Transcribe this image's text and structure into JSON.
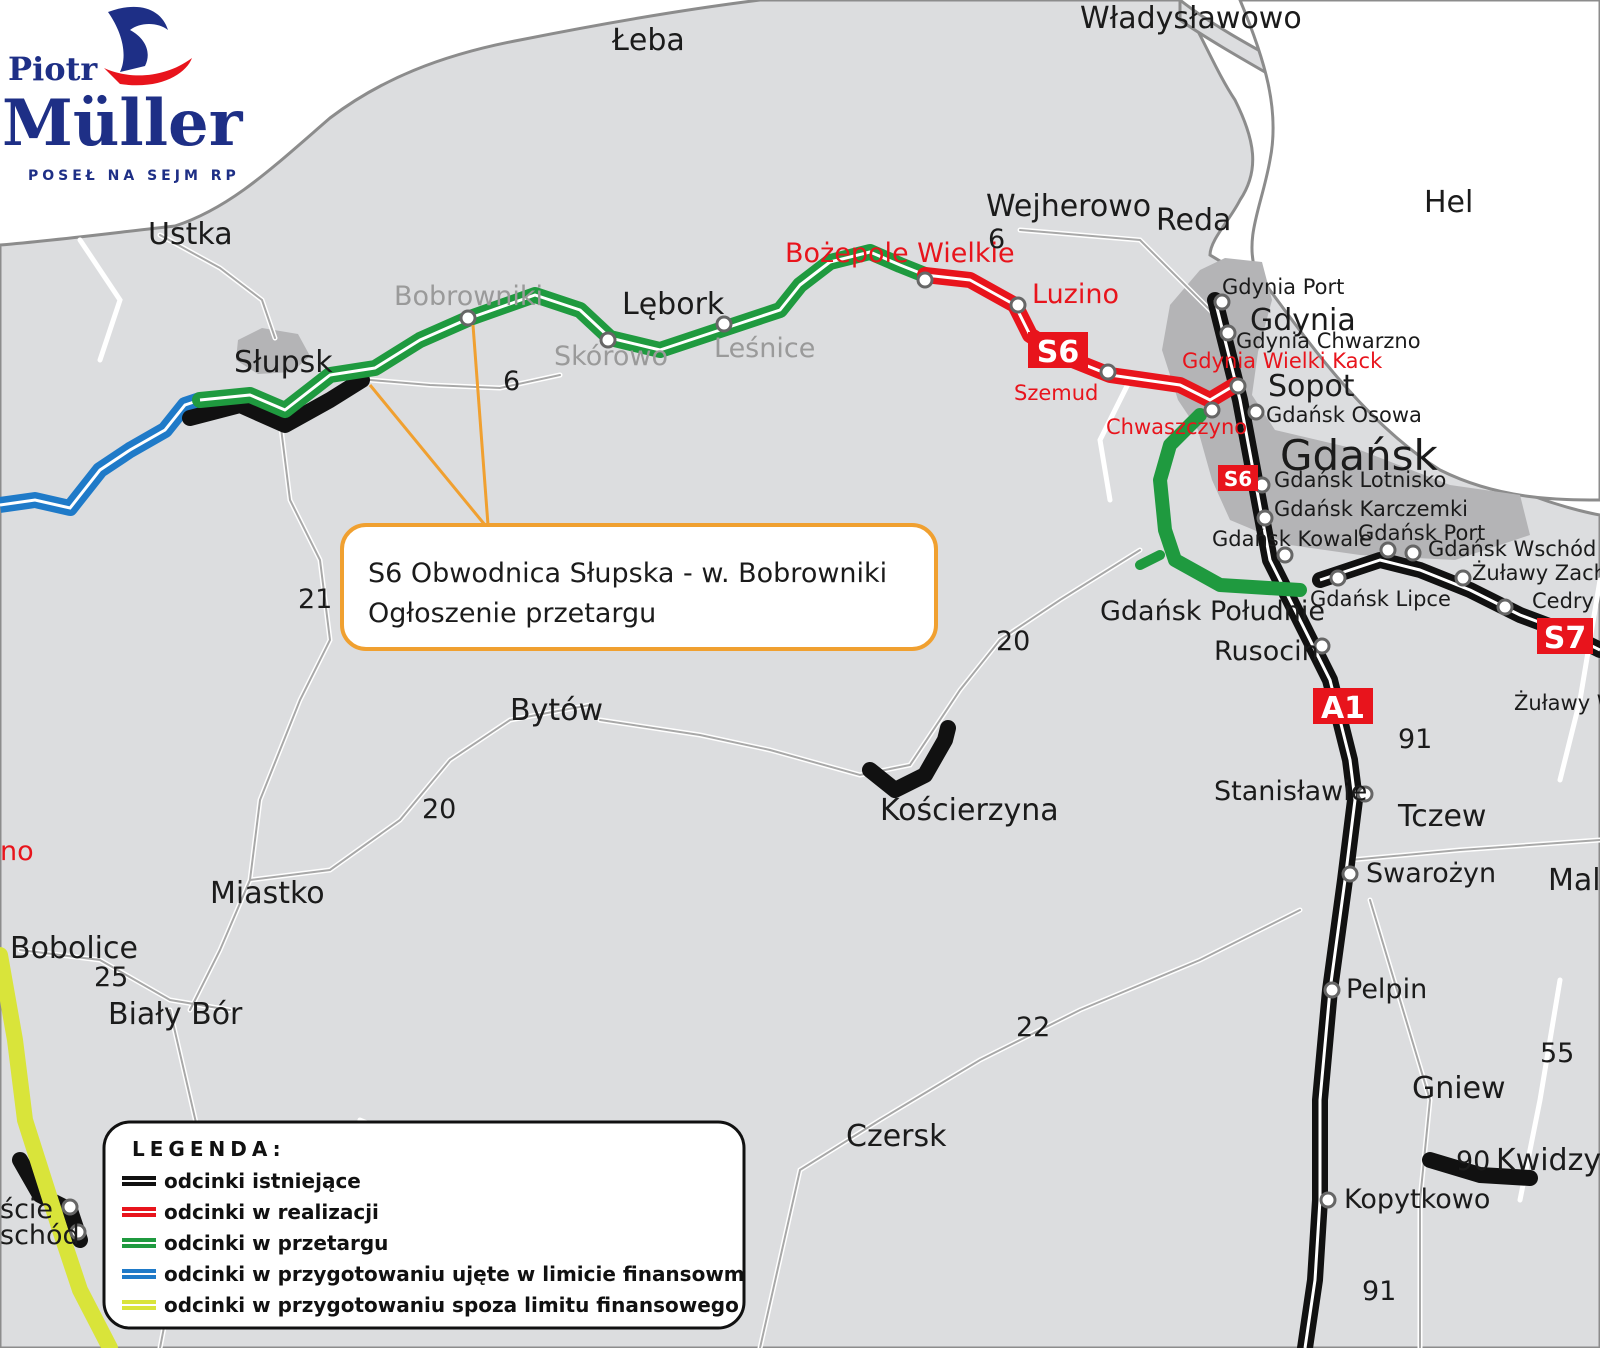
{
  "logo": {
    "first_name": "Piotr",
    "last_name": "Müller",
    "subtitle": "POSEŁ NA SEJM RP"
  },
  "places": {
    "wladyslawowo": "Władysławowo",
    "leba": "Łeba",
    "hel": "Hel",
    "ustka": "Ustka",
    "wejherowo": "Wejherowo",
    "reda": "Reda",
    "bozepole": "Bożepole Wielkie",
    "luzino": "Luzino",
    "slupsk": "Słupsk",
    "bobrowniki": "Bobrowniki",
    "lebork": "Lębork",
    "skorowo": "Skórowo",
    "lesnice": "Leśnice",
    "gdynia_port": "Gdynia Port",
    "gdynia": "Gdynia",
    "gdynia_chwarzno": "Gdynia Chwarzno",
    "gdynia_wielki_kack": "Gdynia Wielki Kack",
    "sopot": "Sopot",
    "szemud": "Szemud",
    "gdansk_osowa": "Gdańsk Osowa",
    "chwaszczyno": "Chwaszczyno",
    "gdansk": "Gdańsk",
    "gdansk_lotnisko": "Gdańsk Lotnisko",
    "gdansk_karczemki": "Gdańsk Karczemki",
    "gdansk_kowale": "Gdańsk Kowale",
    "gdansk_port": "Gdańsk Port",
    "gdansk_wschod": "Gdańsk Wschód",
    "zulawy_zachod": "Żuławy Zachód",
    "cedry": "Cedry M",
    "gdansk_poludnie": "Gdańsk Południe",
    "gdansk_lipce": "Gdańsk Lipce",
    "rusocin": "Rusocin",
    "zulawy_w": "Żuławy W",
    "bytow": "Bytów",
    "koscierzyna": "Kościerzyna",
    "stanislawie": "Stanisławie",
    "tczew": "Tczew",
    "miastko": "Miastko",
    "swarozyn": "Swarożyn",
    "mal": "Mal",
    "bobolice": "Bobolice",
    "bialy_bor": "Biały Bór",
    "pelpin": "Pelpin",
    "gniew": "Gniew",
    "czersk": "Czersk",
    "kwidzyn": "Kwidzy",
    "kopytkowo": "Kopytkowo",
    "left_red": "no",
    "left_scie": "ście",
    "left_schod": "schód"
  },
  "road_numbers": {
    "r6a": "6",
    "r6b": "6",
    "r21": "21",
    "r20a": "20",
    "r20b": "20",
    "r91a": "91",
    "r91b": "91",
    "r25": "25",
    "r22": "22",
    "r55": "55",
    "r90": "90"
  },
  "shields": {
    "s6_main": "S6",
    "s6_small": "S6",
    "s7": "S7",
    "a1": "A1"
  },
  "callout": {
    "line1": "S6 Obwodnica Słupska - w. Bobrowniki",
    "line2": "Ogłoszenie przetargu"
  },
  "legend": {
    "title": "LEGENDA:",
    "items": [
      {
        "label": "odcinki istniejące",
        "color": "#111111"
      },
      {
        "label": "odcinki w realizacji",
        "color": "#e8141c"
      },
      {
        "label": "odcinki w przetargu",
        "color": "#1f9a3f"
      },
      {
        "label": "odcinki w przygotowaniu ujęte w limicie finansowm",
        "color": "#1f7ac8"
      },
      {
        "label": "odcinki w przygotowaniu spoza limitu finansowego",
        "color": "#d9e43a"
      }
    ]
  },
  "colors": {
    "land": "#dcdddf",
    "sea": "#ffffff",
    "urban": "#b4b4b6",
    "existing": "#111111",
    "in_progress": "#e8141c",
    "tender": "#1f9a3f",
    "prep_funded": "#1f7ac8",
    "prep_unfunded": "#d9e43a",
    "callout_border": "#f0a030",
    "logo_blue": "#1e2f86",
    "logo_red": "#e8141c"
  }
}
